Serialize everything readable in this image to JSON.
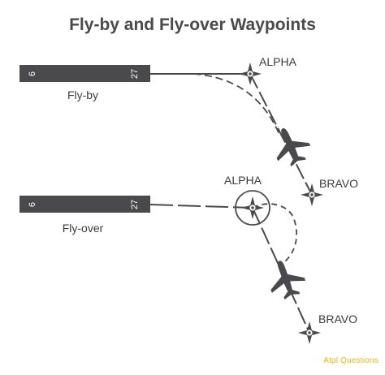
{
  "title": "Fly-by and Fly-over Waypoints",
  "flyby": {
    "section_label": "Fly-by",
    "runway_left": "6",
    "runway_right": "27",
    "waypoint_a": "ALPHA",
    "waypoint_b": "BRAVO"
  },
  "flyover": {
    "section_label": "Fly-over",
    "runway_left": "6",
    "runway_right": "27",
    "waypoint_a": "ALPHA",
    "waypoint_b": "BRAVO"
  },
  "brand": "Atpl Questions",
  "colors": {
    "runway": "#4a4a4c",
    "track": "#4a4a4c",
    "title": "#4a4a4c",
    "brand": "#f2b619"
  },
  "icons": {
    "waypoint": "four-point-star-icon",
    "aircraft": "airplane-icon"
  }
}
